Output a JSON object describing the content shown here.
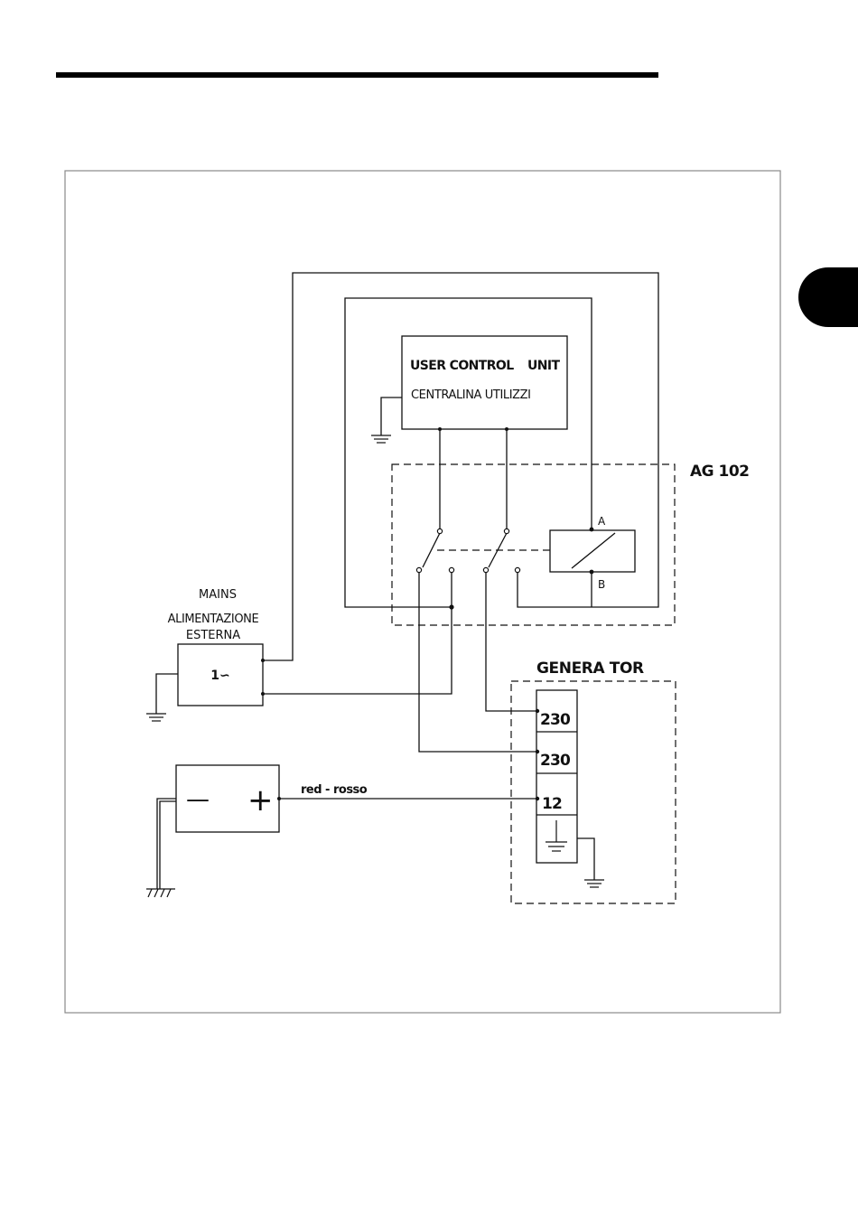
{
  "labels": {
    "user_control_unit_en_a": "USER CONTROL",
    "user_control_unit_en_b": "UNIT",
    "user_control_unit_it": "CENTRALINA UTILIZZI",
    "switch_box": "AG 102",
    "relay_a": "A",
    "relay_b": "B",
    "mains_en": "MAINS",
    "mains_it_1": "ALIMENTAZIONE",
    "mains_it_2": "ESTERNA",
    "mains_symbol": "1∽",
    "generator": "GENERA TOR",
    "terminal_1": "230",
    "terminal_2": "230",
    "terminal_3": "12",
    "battery_minus": "—",
    "battery_plus": "+",
    "wire_red": "red - rosso"
  },
  "colors": {
    "line": "#111111",
    "frame": "#8a8a8a"
  }
}
